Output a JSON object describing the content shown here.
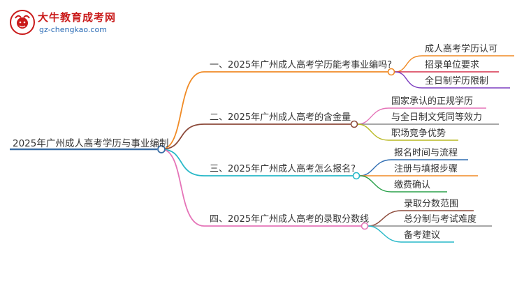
{
  "brand": {
    "name": "大牛教育成考网",
    "url": "gz-chengkao.com",
    "mark_text": "大牛"
  },
  "root": {
    "label": "2025年广州成人高考学历与事业编制",
    "color": "#3a6ea5"
  },
  "branches": [
    {
      "label": "一、2025年广州成人高考学历能考事业编吗?",
      "color": "#f08a24",
      "children": [
        {
          "label": "成人高考学历认可",
          "color": "#f08a24"
        },
        {
          "label": "招录单位要求",
          "color": "#d6304b"
        },
        {
          "label": "全日制学历限制",
          "color": "#7d3fc0"
        }
      ]
    },
    {
      "label": "二、2025年广州成人高考的含金量",
      "color": "#8c4a3a",
      "children": [
        {
          "label": "国家承认的正规学历",
          "color": "#e574b8"
        },
        {
          "label": "与全日制文凭同等效力",
          "color": "#8a8a8a"
        },
        {
          "label": "职场竞争优势",
          "color": "#b8b820"
        }
      ]
    },
    {
      "label": "三、2025年广州成人高考怎么报名?",
      "color": "#27b8c8",
      "children": [
        {
          "label": "报名时间与流程",
          "color": "#2f6db2"
        },
        {
          "label": "注册与填报步骤",
          "color": "#f08a24"
        },
        {
          "label": "缴费确认",
          "color": "#2aa04a"
        }
      ]
    },
    {
      "label": "四、2025年广州成人高考的录取分数线",
      "color": "#e574b8",
      "children": [
        {
          "label": "录取分数范围",
          "color": "#8c4a3a"
        },
        {
          "label": "总分制与考试难度",
          "color": "#8a8a8a"
        },
        {
          "label": "备考建议",
          "color": "#27b8c8"
        }
      ]
    }
  ]
}
